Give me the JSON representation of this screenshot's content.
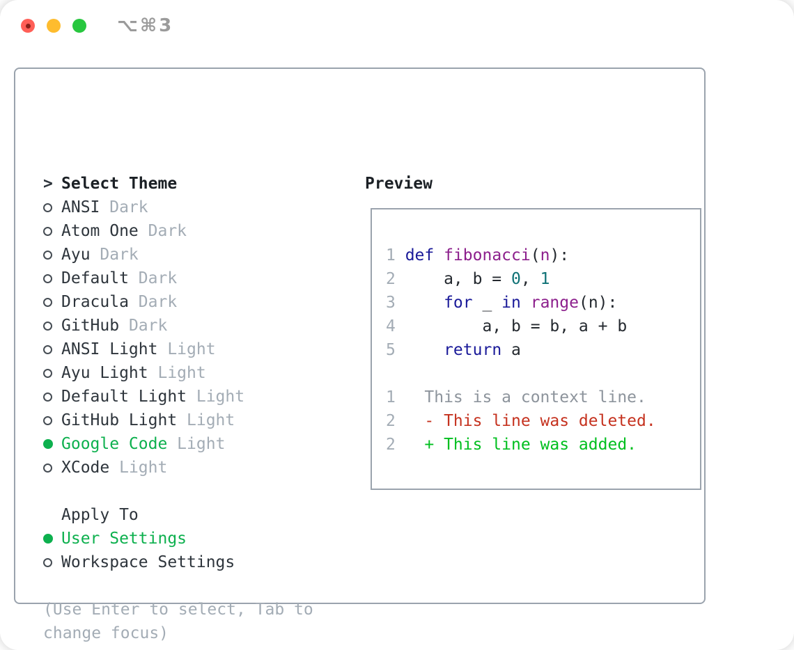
{
  "window": {
    "title_shortcut": "⌥⌘3"
  },
  "traffic_lights": [
    {
      "name": "close"
    },
    {
      "name": "minimize"
    },
    {
      "name": "zoom"
    }
  ],
  "theme_list": {
    "cursor": ">",
    "header": "Select Theme",
    "items": [
      {
        "name": "ANSI",
        "variant": "Dark",
        "selected": false
      },
      {
        "name": "Atom One",
        "variant": "Dark",
        "selected": false
      },
      {
        "name": "Ayu",
        "variant": "Dark",
        "selected": false
      },
      {
        "name": "Default",
        "variant": "Dark",
        "selected": false
      },
      {
        "name": "Dracula",
        "variant": "Dark",
        "selected": false
      },
      {
        "name": "GitHub",
        "variant": "Dark",
        "selected": false
      },
      {
        "name": "ANSI Light",
        "variant": "Light",
        "selected": false
      },
      {
        "name": "Ayu Light",
        "variant": "Light",
        "selected": false
      },
      {
        "name": "Default Light",
        "variant": "Light",
        "selected": false
      },
      {
        "name": "GitHub Light",
        "variant": "Light",
        "selected": false
      },
      {
        "name": "Google Code",
        "variant": "Light",
        "selected": true
      },
      {
        "name": "XCode",
        "variant": "Light",
        "selected": false
      }
    ]
  },
  "apply_to": {
    "header": "Apply To",
    "options": [
      {
        "label": "User Settings",
        "selected": true
      },
      {
        "label": "Workspace Settings",
        "selected": false
      }
    ]
  },
  "help_text": {
    "line1": "(Use Enter to select, Tab to",
    "line2": "change focus)"
  },
  "preview": {
    "header": "Preview",
    "code_lines": [
      {
        "num": "1",
        "segments": [
          {
            "t": "def",
            "c": "kw"
          },
          {
            "t": " ",
            "c": "pl"
          },
          {
            "t": "fibonacci",
            "c": "fn"
          },
          {
            "t": "(",
            "c": "pl"
          },
          {
            "t": "n",
            "c": "fn"
          },
          {
            "t": "):",
            "c": "pl"
          }
        ]
      },
      {
        "num": "2",
        "segments": [
          {
            "t": "    a, b = ",
            "c": "pl"
          },
          {
            "t": "0",
            "c": "lit"
          },
          {
            "t": ", ",
            "c": "pl"
          },
          {
            "t": "1",
            "c": "lit"
          }
        ]
      },
      {
        "num": "3",
        "segments": [
          {
            "t": "    ",
            "c": "pl"
          },
          {
            "t": "for",
            "c": "kw"
          },
          {
            "t": " _ ",
            "c": "pl"
          },
          {
            "t": "in",
            "c": "kw"
          },
          {
            "t": " ",
            "c": "pl"
          },
          {
            "t": "range",
            "c": "fn"
          },
          {
            "t": "(n):",
            "c": "pl"
          }
        ]
      },
      {
        "num": "4",
        "segments": [
          {
            "t": "        a, b = b, a + b",
            "c": "pl"
          }
        ]
      },
      {
        "num": "5",
        "segments": [
          {
            "t": "    ",
            "c": "pl"
          },
          {
            "t": "return",
            "c": "kw"
          },
          {
            "t": " a",
            "c": "pl"
          }
        ]
      }
    ],
    "diff_lines": [
      {
        "num": "1",
        "text": "  This is a context line.",
        "type": "context"
      },
      {
        "num": "2",
        "text": "  - This line was deleted.",
        "type": "deleted"
      },
      {
        "num": "2",
        "text": "  + This line was added.",
        "type": "added"
      }
    ]
  },
  "colors": {
    "accent_green": "#0db04e",
    "diff_added": "#00bf1f",
    "diff_deleted": "#c5321f",
    "diff_context": "#8d949c",
    "syntax_keyword": "#1a1a99",
    "syntax_function": "#8c1f8c",
    "syntax_literal": "#0e7175",
    "code_plain": "#24292f",
    "text_dark": "#2e353c",
    "heading_dark": "#1b2025",
    "text_muted": "#a3acb5",
    "circle_stroke": "#454c53",
    "border": "#9aa3ad",
    "traffic_red": "#ff5f57",
    "traffic_red_dot": "#8a211a",
    "traffic_yellow": "#febc2e",
    "traffic_green": "#28c73f",
    "title_gray": "#9b9b9b"
  }
}
